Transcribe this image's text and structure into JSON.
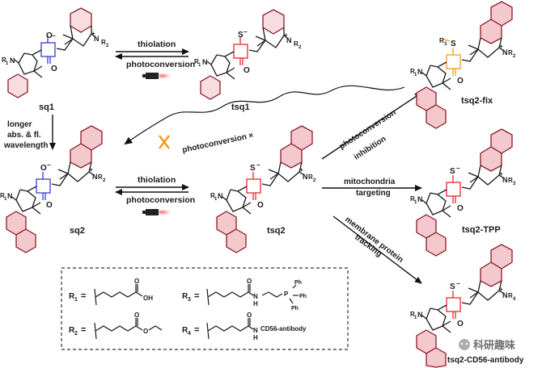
{
  "compounds": {
    "sq1": "sq1",
    "tsq1": "tsq1",
    "sq2": "sq2",
    "tsq2": "tsq2",
    "tsq2_fix": "tsq2-fix",
    "tsq2_tpp": "tsq2-TPP",
    "tsq2_cd56": "tsq2-CD56-antibody"
  },
  "arrows": {
    "thiolation": "thiolation",
    "photoconversion": "photoconversion",
    "photoconversion_x": "photoconversion ×",
    "longer_1": "longer",
    "longer_2": "abs. & fl.",
    "longer_3": "wavelength",
    "branch1_a": "photoconversion",
    "branch1_b": "inhibition",
    "branch2_a": "mitochondria",
    "branch2_b": "targeting",
    "branch3_a": "membrane protein",
    "branch3_b": "tracking"
  },
  "atoms": {
    "R1": "R",
    "R2": "R",
    "R3": "R",
    "R4": "R",
    "N": "N",
    "O": "O",
    "S": "S",
    "plus": "+",
    "minus": "−",
    "sub1": "1",
    "sub2": "2",
    "sub3": "3",
    "sub4": "4"
  },
  "legend": {
    "r1": "R",
    "r1_sub": "1",
    "r2": "R",
    "r2_sub": "2",
    "r3": "R",
    "r3_sub": "3",
    "r4": "R",
    "r4_sub": "4",
    "eq": "=",
    "oh": "OH",
    "o": "O",
    "nh": "N",
    "h": "H",
    "ph1": "Ph",
    "ph2": "Ph",
    "ph3": "Ph",
    "p": "P",
    "cd56": "CD56-antibody"
  },
  "watermark": "科研趣味",
  "colors": {
    "squaraine_blue": "#3b3bd1",
    "thio_red": "#e8292b",
    "fix_orange": "#f59a1a",
    "naphtho_fill": "#f3c9cd",
    "naphtho_stroke": "#8c1b2a",
    "photo_red": "#d9263c"
  }
}
